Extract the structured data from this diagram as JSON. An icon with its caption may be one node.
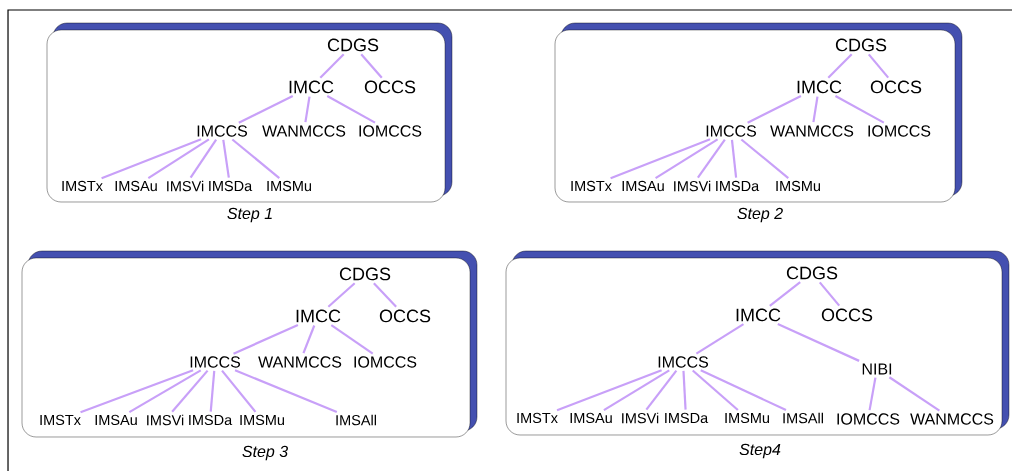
{
  "diagram": {
    "nodes": [
      {
        "text": [],
        "shape": "box",
        "beside": [
          "Step 1"
        ]
      },
      {
        "text": [
          "CDGS"
        ],
        "in": 0
      },
      {
        "text": [
          "IMCC"
        ],
        "in": 0
      },
      {
        "text": [
          "OCCS"
        ],
        "in": 0
      },
      {
        "text": [
          "IMCCS"
        ],
        "in": 0
      },
      {
        "text": [
          "WANMCCS"
        ],
        "in": 0
      },
      {
        "text": [
          "IOMCCS"
        ],
        "in": 0
      },
      {
        "text": [
          "IMSTx"
        ],
        "in": 0
      },
      {
        "text": [
          "IMSAu"
        ],
        "in": 0
      },
      {
        "text": [
          "IMSVi"
        ],
        "in": 0
      },
      {
        "text": [
          "IMSDa"
        ],
        "in": 0
      },
      {
        "text": [
          "IMSMu"
        ],
        "in": 0
      },
      {
        "text": [],
        "shape": "box",
        "beside": [
          "Step 2"
        ]
      },
      {
        "text": [
          "CDGS"
        ],
        "in": 12
      },
      {
        "text": [
          "IMCC"
        ],
        "in": 12
      },
      {
        "text": [
          "OCCS"
        ],
        "in": 12
      },
      {
        "text": [
          "IMCCS"
        ],
        "in": 12
      },
      {
        "text": [
          "WANMCCS"
        ],
        "in": 12
      },
      {
        "text": [
          "IOMCCS"
        ],
        "in": 12
      },
      {
        "text": [
          "IMSTx"
        ],
        "in": 12
      },
      {
        "text": [
          "IMSAu"
        ],
        "in": 12
      },
      {
        "text": [
          "IMSVi"
        ],
        "in": 12
      },
      {
        "text": [
          "IMSDa"
        ],
        "in": 12
      },
      {
        "text": [
          "IMSMu"
        ],
        "in": 12
      },
      {
        "text": [],
        "shape": "box",
        "beside": [
          "Step 3"
        ]
      },
      {
        "text": [
          "CDGS"
        ],
        "in": 24
      },
      {
        "text": [
          "IMCC"
        ],
        "in": 24
      },
      {
        "text": [
          "OCCS"
        ],
        "in": 24
      },
      {
        "text": [
          "IMCCS"
        ],
        "in": 24
      },
      {
        "text": [
          "WANMCCS"
        ],
        "in": 24
      },
      {
        "text": [
          "IOMCCS"
        ],
        "in": 24
      },
      {
        "text": [
          "IMSTx"
        ],
        "in": 24
      },
      {
        "text": [
          "IMSAu"
        ],
        "in": 24
      },
      {
        "text": [
          "IMSVi"
        ],
        "in": 24
      },
      {
        "text": [
          "IMSDa"
        ],
        "in": 24
      },
      {
        "text": [
          "IMSMu"
        ],
        "in": 24
      },
      {
        "text": [
          "IMSAll"
        ],
        "in": 24
      },
      {
        "text": [],
        "shape": "box",
        "beside": [
          "Step4"
        ]
      },
      {
        "text": [
          "CDGS"
        ],
        "in": 37
      },
      {
        "text": [
          "IMCC"
        ],
        "in": 37
      },
      {
        "text": [
          "OCCS"
        ],
        "in": 37
      },
      {
        "text": [
          "IMCCS"
        ],
        "in": 37
      },
      {
        "text": [
          "NIBI"
        ],
        "in": 37
      },
      {
        "text": [
          "IMSTx"
        ],
        "in": 37
      },
      {
        "text": [
          "IMSAu"
        ],
        "in": 37
      },
      {
        "text": [
          "IMSVi"
        ],
        "in": 37
      },
      {
        "text": [
          "IMSDa"
        ],
        "in": 37
      },
      {
        "text": [
          "IMSMu"
        ],
        "in": 37
      },
      {
        "text": [
          "IMSAll"
        ],
        "in": 37
      },
      {
        "text": [
          "IOMCCS"
        ],
        "in": 37
      },
      {
        "text": [
          "WANMCCS"
        ],
        "in": 37
      }
    ],
    "edges": [
      {
        "from": 1,
        "to": 2,
        "arrow": "none"
      },
      {
        "from": 1,
        "to": 3,
        "arrow": "none"
      },
      {
        "from": 2,
        "to": 4,
        "arrow": "none"
      },
      {
        "from": 2,
        "to": 5,
        "arrow": "none"
      },
      {
        "from": 2,
        "to": 6,
        "arrow": "none"
      },
      {
        "from": 4,
        "to": 7,
        "arrow": "none"
      },
      {
        "from": 4,
        "to": 8,
        "arrow": "none"
      },
      {
        "from": 4,
        "to": 9,
        "arrow": "none"
      },
      {
        "from": 4,
        "to": 10,
        "arrow": "none"
      },
      {
        "from": 4,
        "to": 11,
        "arrow": "none"
      },
      {
        "from": 13,
        "to": 14,
        "arrow": "none"
      },
      {
        "from": 13,
        "to": 15,
        "arrow": "none"
      },
      {
        "from": 14,
        "to": 16,
        "arrow": "none"
      },
      {
        "from": 14,
        "to": 17,
        "arrow": "none"
      },
      {
        "from": 14,
        "to": 18,
        "arrow": "none"
      },
      {
        "from": 16,
        "to": 19,
        "arrow": "none"
      },
      {
        "from": 16,
        "to": 20,
        "arrow": "none"
      },
      {
        "from": 16,
        "to": 21,
        "arrow": "none"
      },
      {
        "from": 16,
        "to": 22,
        "arrow": "none"
      },
      {
        "from": 16,
        "to": 23,
        "arrow": "none"
      },
      {
        "from": 25,
        "to": 26,
        "arrow": "none"
      },
      {
        "from": 25,
        "to": 27,
        "arrow": "none"
      },
      {
        "from": 26,
        "to": 28,
        "arrow": "none"
      },
      {
        "from": 26,
        "to": 29,
        "arrow": "none"
      },
      {
        "from": 26,
        "to": 30,
        "arrow": "none"
      },
      {
        "from": 28,
        "to": 31,
        "arrow": "none"
      },
      {
        "from": 28,
        "to": 32,
        "arrow": "none"
      },
      {
        "from": 28,
        "to": 33,
        "arrow": "none"
      },
      {
        "from": 28,
        "to": 34,
        "arrow": "none"
      },
      {
        "from": 28,
        "to": 35,
        "arrow": "none"
      },
      {
        "from": 28,
        "to": 36,
        "arrow": "none"
      },
      {
        "from": 38,
        "to": 39,
        "arrow": "none"
      },
      {
        "from": 38,
        "to": 40,
        "arrow": "none"
      },
      {
        "from": 39,
        "to": 41,
        "arrow": "none"
      },
      {
        "from": 39,
        "to": 42,
        "arrow": "none"
      },
      {
        "from": 41,
        "to": 43,
        "arrow": "none"
      },
      {
        "from": 41,
        "to": 44,
        "arrow": "none"
      },
      {
        "from": 41,
        "to": 45,
        "arrow": "none"
      },
      {
        "from": 41,
        "to": 46,
        "arrow": "none"
      },
      {
        "from": 41,
        "to": 47,
        "arrow": "none"
      },
      {
        "from": 41,
        "to": 48,
        "arrow": "none"
      },
      {
        "from": 42,
        "to": 49,
        "arrow": "none"
      },
      {
        "from": 42,
        "to": 50,
        "arrow": "none"
      }
    ]
  }
}
